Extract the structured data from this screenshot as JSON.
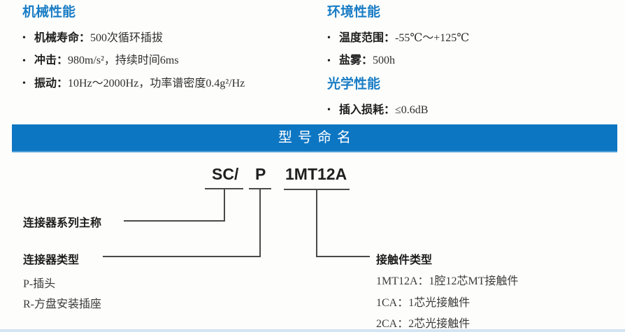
{
  "ui": {
    "bullet": "•"
  },
  "specs": {
    "mechanical": {
      "title": "机械性能",
      "items": [
        {
          "label": "机械寿命：",
          "value": "500次循环插拔"
        },
        {
          "label": "冲击：",
          "value": "980m/s²，持续时间6ms"
        },
        {
          "label": "振动：",
          "value": "10Hz～2000Hz，功率谱密度0.4g²/Hz"
        }
      ]
    },
    "environment": {
      "title": "环境性能",
      "items": [
        {
          "label": "温度范围：",
          "value": "-55℃～+125℃"
        },
        {
          "label": "盐雾：",
          "value": "500h"
        }
      ]
    },
    "optical": {
      "title": "光学性能",
      "items": [
        {
          "label": "插入损耗：",
          "value": "≤0.6dB"
        }
      ]
    }
  },
  "banner": {
    "title": "型号命名"
  },
  "naming": {
    "code": {
      "series": "SC/",
      "type": "P",
      "contact": "1MT12A"
    },
    "series": {
      "label": "连接器系列主称"
    },
    "type": {
      "label": "连接器类型",
      "options": [
        "P-插头",
        "R-方盘安装插座"
      ]
    },
    "contact": {
      "label": "接触件类型",
      "options": [
        "1MT12A：1腔12芯MT接触件",
        "1CA：1芯光接触件",
        "2CA：2芯光接触件"
      ]
    }
  },
  "colors": {
    "banner_blue": "#0d76c3",
    "heading_blue": "#1a7dc5",
    "line_gray": "#4a4a4a",
    "bottom_strip": "#d4e4f2"
  }
}
